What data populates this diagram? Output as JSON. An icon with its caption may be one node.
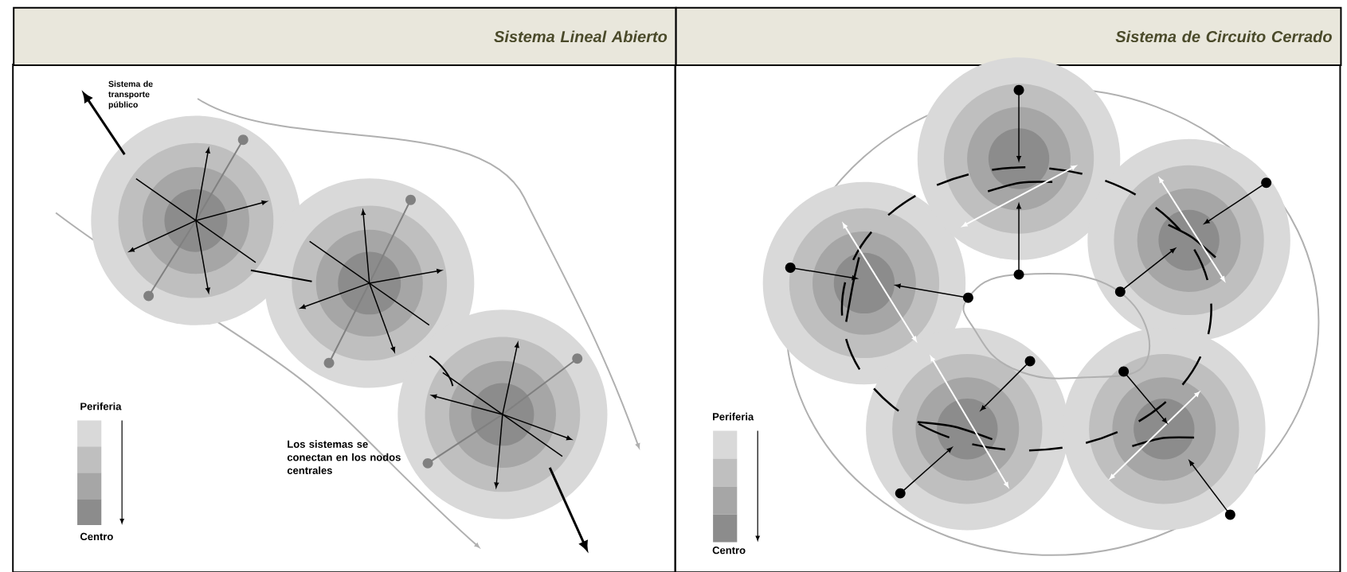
{
  "diagram": {
    "nodes": [
      {
        "text": [
          "Sistema Lineal Abierto"
        ]
      },
      {
        "text": [
          "Sistema de Circuito Cerrado"
        ]
      }
    ],
    "labels": [
      "Sistema de transporte público",
      "Periferia",
      "Centro",
      "Los sistemas se conectan en los nodos centrales",
      "Periferia",
      "Centro"
    ]
  }
}
